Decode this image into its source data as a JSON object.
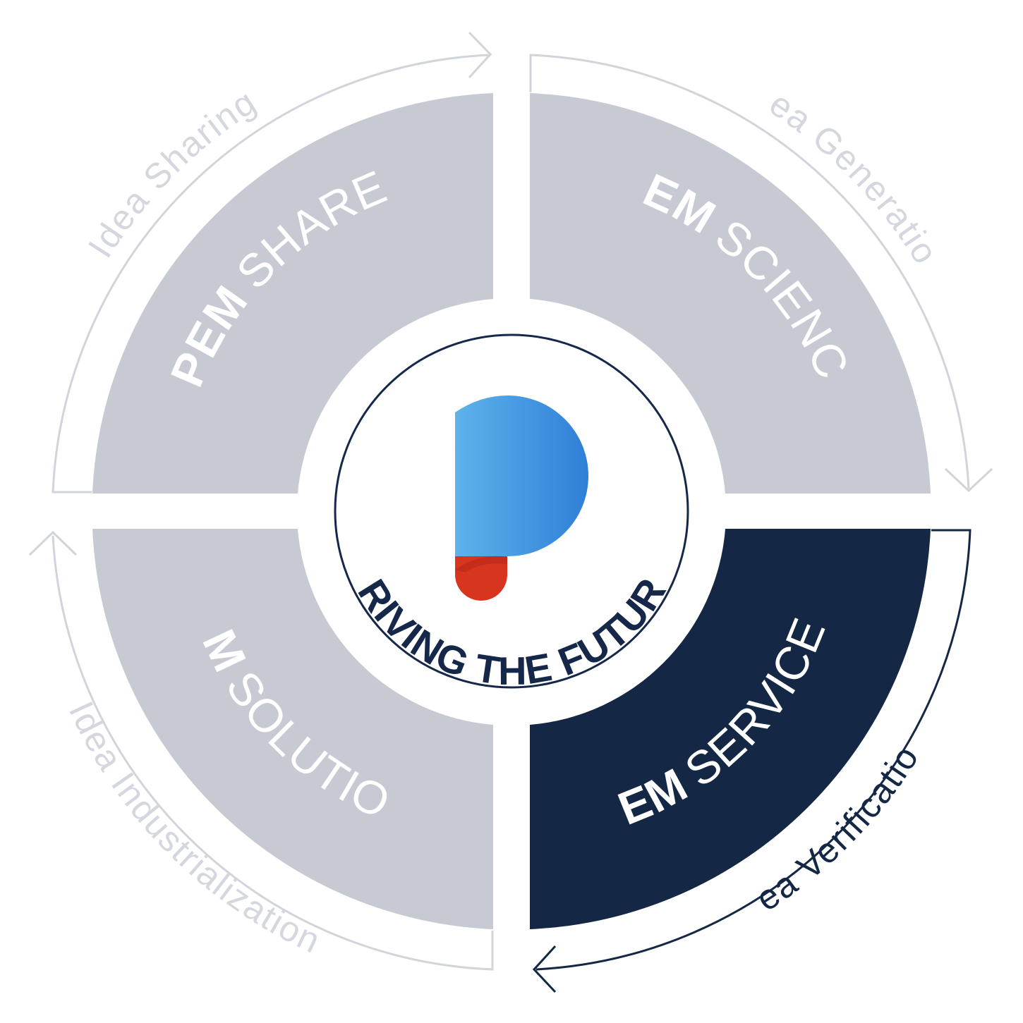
{
  "colors": {
    "segment_light": "#c7c9d3",
    "segment_dark": "#142846",
    "segment_light_text": "#ffffff",
    "arrow_light": "#d2d4db",
    "arrow_dark": "#142846",
    "label_light": "#d5d7de",
    "label_dark": "#142846",
    "logo_blue_start": "#5eb3ea",
    "logo_blue_end": "#2f7fd8",
    "logo_red": "#d8351f"
  },
  "center": {
    "tagline": "DRIVING THE FUTURE",
    "logo_icon": "pem-p-logo-icon"
  },
  "segments": [
    {
      "id": "share",
      "bold": "PEM",
      "light": "SHARE",
      "highlighted": false
    },
    {
      "id": "science",
      "bold": "PEM",
      "light": "SCIENCE",
      "highlighted": false
    },
    {
      "id": "services",
      "bold": "PEM",
      "light": "SERVICES",
      "highlighted": true
    },
    {
      "id": "solutions",
      "bold": "PEM",
      "light": "SOLUTIONS",
      "highlighted": false
    }
  ],
  "cycle_labels": [
    {
      "id": "sharing",
      "text": "Idea Sharing",
      "highlighted": false
    },
    {
      "id": "generation",
      "text": "Idea Generation",
      "highlighted": false
    },
    {
      "id": "verification",
      "text": "Idea Verification",
      "highlighted": true
    },
    {
      "id": "industrialization",
      "text": "Idea Industrialization",
      "highlighted": false
    }
  ]
}
